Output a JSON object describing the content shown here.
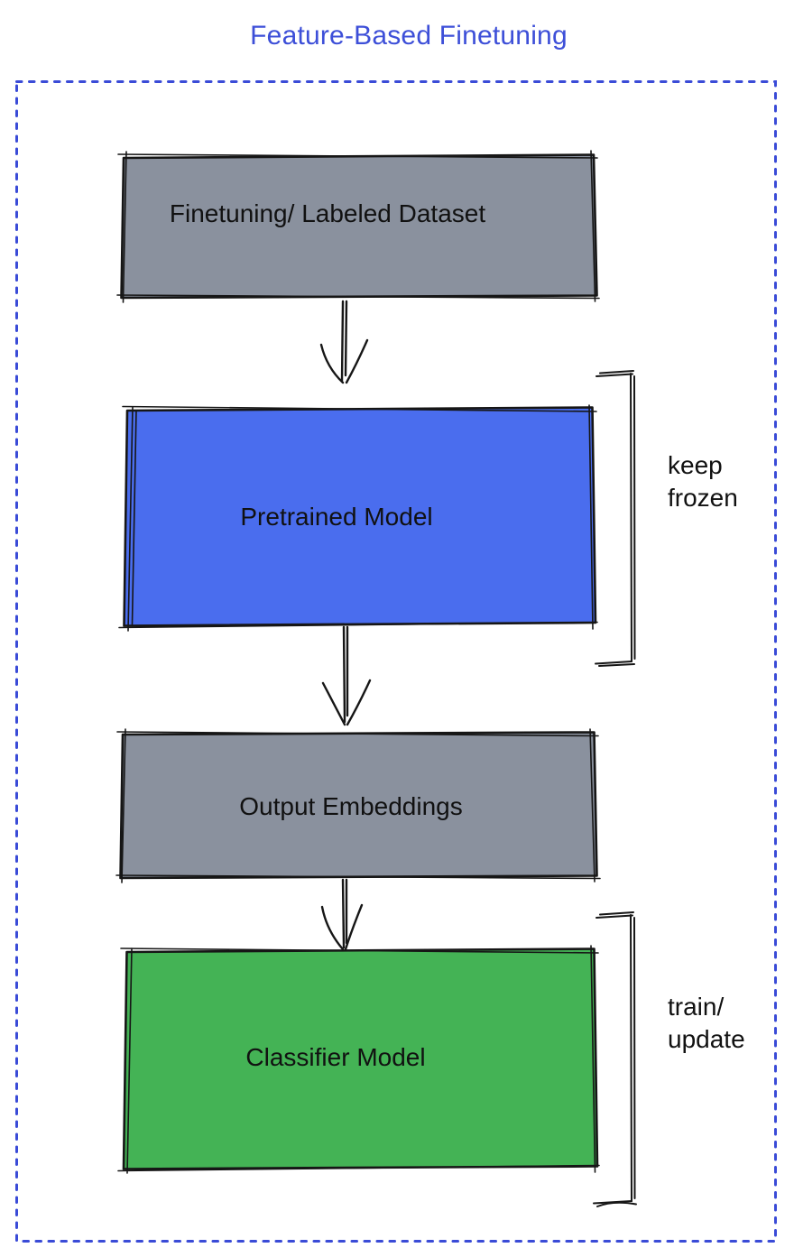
{
  "diagram": {
    "title": "Feature-Based Finetuning",
    "nodes": [
      {
        "label": "Finetuning/ Labeled Dataset",
        "fill": "#8A919E"
      },
      {
        "label": "Pretrained Model",
        "fill": "#4A6DEE"
      },
      {
        "label": "Output Embeddings",
        "fill": "#8A919E"
      },
      {
        "label": "Classifier Model",
        "fill": "#44B355"
      }
    ],
    "edges": [
      {
        "from": "Finetuning/ Labeled Dataset",
        "to": "Pretrained Model"
      },
      {
        "from": "Pretrained Model",
        "to": "Output Embeddings"
      },
      {
        "from": "Output Embeddings",
        "to": "Classifier Model"
      }
    ],
    "annotations": [
      {
        "label": "keep\nfrozen",
        "attached_to": "Pretrained Model"
      },
      {
        "label": "train/\nupdate",
        "attached_to": "Classifier Model"
      }
    ],
    "colors": {
      "title_blue": "#3D4FD8",
      "border_blue": "#3A4BD7",
      "ink": "#161616"
    }
  }
}
